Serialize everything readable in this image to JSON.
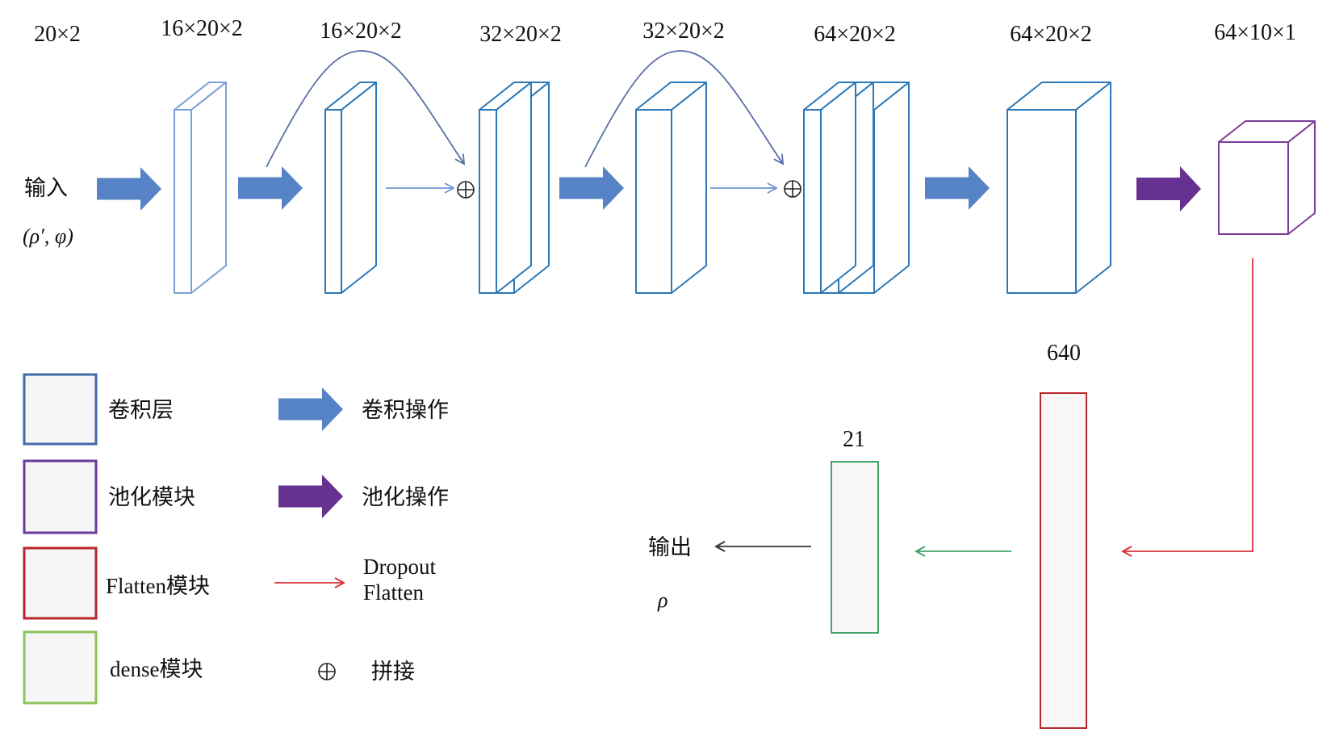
{
  "colors": {
    "conv_light": "#7b9fd6",
    "conv": "#2a78b8",
    "conv_arrow": "#5583c6",
    "pool": "#7d3c98",
    "pool_arrow": "#663191",
    "flatten": "#b9252b",
    "flatten_arrow": "#d9343c",
    "dense": "#41a36a",
    "dense_legend": "#8cc45b",
    "skip_curve": "#5a6fa6",
    "output_arrow": "#333333",
    "legend_conv": "#3f6aa8"
  },
  "input": {
    "label": "输入",
    "vars": "(ρ′, φ)"
  },
  "output": {
    "label": "输出",
    "var": "ρ"
  },
  "top_row": {
    "shapes": [
      {
        "id": "input",
        "label": "20×2"
      },
      {
        "id": "conv1",
        "label": "16×20×2"
      },
      {
        "id": "conv2",
        "label": "16×20×2"
      },
      {
        "id": "concat1",
        "label": "32×20×2"
      },
      {
        "id": "conv3",
        "label": "32×20×2"
      },
      {
        "id": "concat2",
        "label": "64×20×2"
      },
      {
        "id": "conv4",
        "label": "64×20×2"
      },
      {
        "id": "pool",
        "label": "64×10×1"
      }
    ],
    "concat_symbol": "⊕"
  },
  "bottom_row": {
    "flatten_size": "640",
    "dense_size": "21"
  },
  "legend": {
    "blocks": [
      {
        "label": "卷积层",
        "kind": "conv"
      },
      {
        "label": "池化模块",
        "kind": "pool"
      },
      {
        "label": "Flatten模块",
        "kind": "flatten"
      },
      {
        "label": "dense模块",
        "kind": "dense"
      }
    ],
    "operations": [
      {
        "label": "卷积操作",
        "kind": "conv-arrow"
      },
      {
        "label": "池化操作",
        "kind": "pool-arrow"
      },
      {
        "label_line1": "Dropout",
        "label_line2": "Flatten",
        "kind": "flatten-arrow"
      },
      {
        "label": "拼接",
        "kind": "concat",
        "symbol": "⊕"
      }
    ]
  }
}
